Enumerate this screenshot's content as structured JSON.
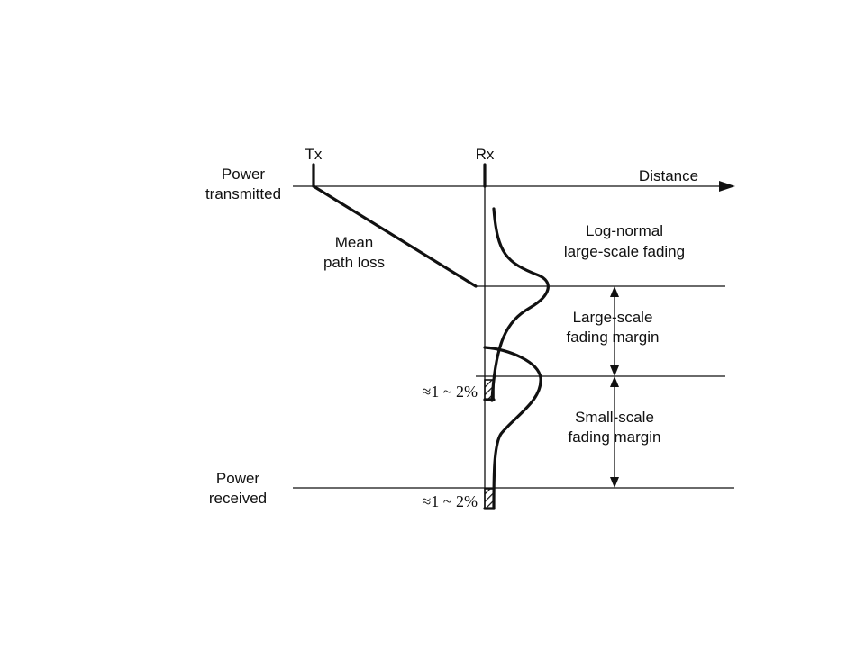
{
  "labels": {
    "tx": "Tx",
    "rx": "Rx",
    "distance": "Distance",
    "power_transmitted": [
      "Power",
      "transmitted"
    ],
    "mean_path_loss": [
      "Mean",
      "path loss"
    ],
    "log_normal": [
      "Log-normal",
      "large-scale fading"
    ],
    "large_scale_margin": [
      "Large-scale",
      "fading margin"
    ],
    "small_scale_margin": [
      "Small-scale",
      "fading margin"
    ],
    "power_received": [
      "Power",
      "received"
    ],
    "outage_upper": "≈1 ~ 2%",
    "outage_lower": "≈1 ~ 2%"
  },
  "colors": {
    "ink": "#111111",
    "background": "#ffffff"
  }
}
